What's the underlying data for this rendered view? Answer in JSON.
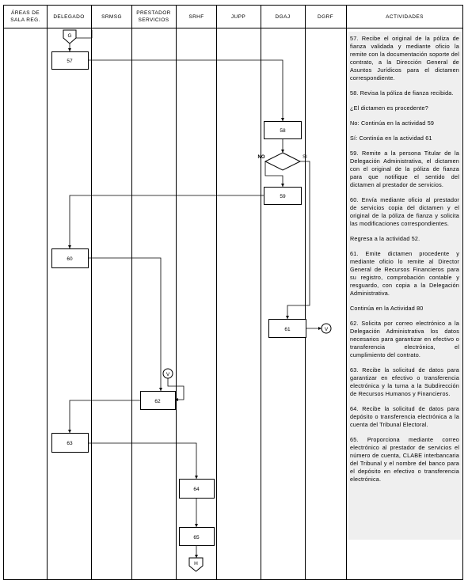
{
  "headers": [
    [
      "ÁREAS DE",
      "SALA REG."
    ],
    [
      "DELEGADO"
    ],
    [
      "SRMSG"
    ],
    [
      "PRESTADOR",
      "SERVICIOS"
    ],
    [
      "SRHF"
    ],
    [
      "JUPP"
    ],
    [
      "DGAJ"
    ],
    [
      "DGRF"
    ],
    [
      "ACTIVIDADES"
    ]
  ],
  "connectors": {
    "start": "G",
    "mid": "V",
    "end": "H"
  },
  "boxes": {
    "b57": "57",
    "b58": "58",
    "b59": "59",
    "b60": "60",
    "b61": "61",
    "b62": "62",
    "b63": "63",
    "b64": "64",
    "b65": "65"
  },
  "decision": {
    "no": "NO",
    "si": "SI"
  },
  "activities": [
    "57. Recibe el original de la póliza de fianza validada y mediante oficio la remite con la documentación soporte del contrato, a la Dirección General de Asuntos Jurídicos para el dictamen correspondiente.",
    "58. Revisa la póliza de fianza recibida.",
    "¿El dictamen es procedente?",
    "No: Continúa en la actividad 59",
    "Sí: Continúa en la actividad 61",
    "59. Remite a la persona Titular de la Delegación Administrativa, el dictamen con el original de la póliza de fianza para que notifique el sentido del dictamen al prestador de servicios.",
    "60. Envía mediante oficio al prestador de servicios copia del dictamen y el original de la póliza de fianza y solicita las modificaciones correspondientes.",
    "Regresa a la actividad 52.",
    "61. Emite dictamen procedente y mediante oficio lo remite al Director General de Recursos Financieros para su registro, comprobación contable y resguardo, con copia a la Delegación Administrativa.",
    "Continúa en la Actividad 80",
    "62. Solicita por correo electrónico a la Delegación Administrativa los datos necesarios para garantizar en efectivo o transferencia electrónica, el cumplimiento del contrato.",
    "63. Recibe la solicitud de datos para garantizar en efectivo o transferencia electrónica y la turna a la Subdirección de Recursos Humanos y Financieros.",
    "64. Recibe la solicitud de datos para depósito o transferencia electrónica a la cuenta del Tribunal Electoral.",
    "65. Proporciona mediante correo electrónico al prestador de servicios el número de cuenta, CLABE interbancaria del Tribunal y el nombre del banco para el depósito en efectivo o transferencia electrónica."
  ]
}
